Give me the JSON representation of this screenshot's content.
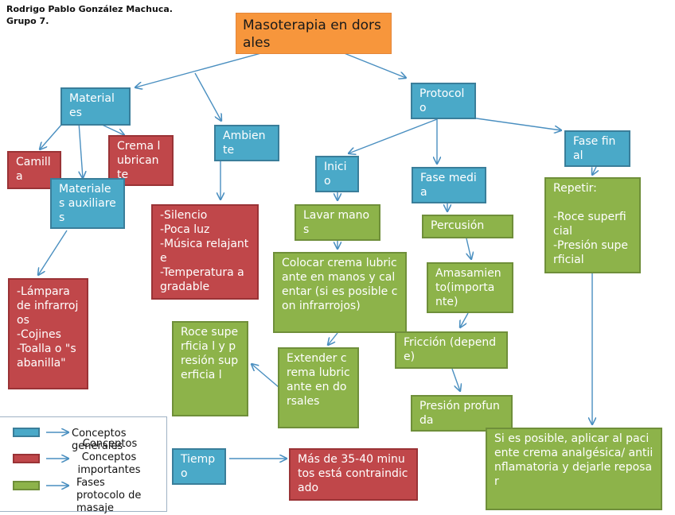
{
  "author": "Rodrigo Pablo González Machuca.\nGrupo 7.",
  "nodes": {
    "title": "Masoterapia en dorsales",
    "materiales": "Material es",
    "protocolo": "Protocol o",
    "ambiente": "Ambien te",
    "camilla": "Camill a",
    "crema": "Crema lubrican te",
    "materiales_aux": "Materiale s auxiliares",
    "aux_list": "-Lámpara de infrarrojos\n-Cojines\n-Toalla o \"sabanilla\"",
    "ambiente_list": "-Silencio\n-Poca luz\n-Música relajante\n-Temperatura agradable",
    "inicio": "Inici o",
    "fase_media": "Fase media",
    "fase_final": "Fase final",
    "lavar": "Lavar manos",
    "colocar": "Colocar crema lubricante en manos y calentar (si es posible con infrarrojos)",
    "extender": "Extender crema lubricante en dorsales",
    "roce": "Roce superficia l y presión superficia l",
    "percusion": "Percusión",
    "amasamiento": "Amasamien to(importa nte)",
    "friccion": "Fricción (depende)",
    "presion": "Presión profunda",
    "repetir": "Repetir:\n\n-Roce superficial\n-Presión superficial",
    "aplicar": "Si es posible, aplicar al paciente crema analgésica/ antiinflamatoria y dejarle reposar",
    "tiempo": "Tiemp o",
    "mas_de": "Más de 35-40 minutos está contraindicado"
  },
  "legend": [
    {
      "label": "Conceptos generales",
      "color": "#4aa9c8",
      "overlap": "Conceptos"
    },
    {
      "label": "Conceptos importantes",
      "color": "#c0474a"
    },
    {
      "label": "Fases protocolo de masaje",
      "color": "#8db34a"
    }
  ],
  "colors": {
    "blue": "#4aa9c8",
    "red": "#c0474a",
    "green": "#8db34a",
    "orange": "#f7963c",
    "line": "#4a8fc0"
  }
}
